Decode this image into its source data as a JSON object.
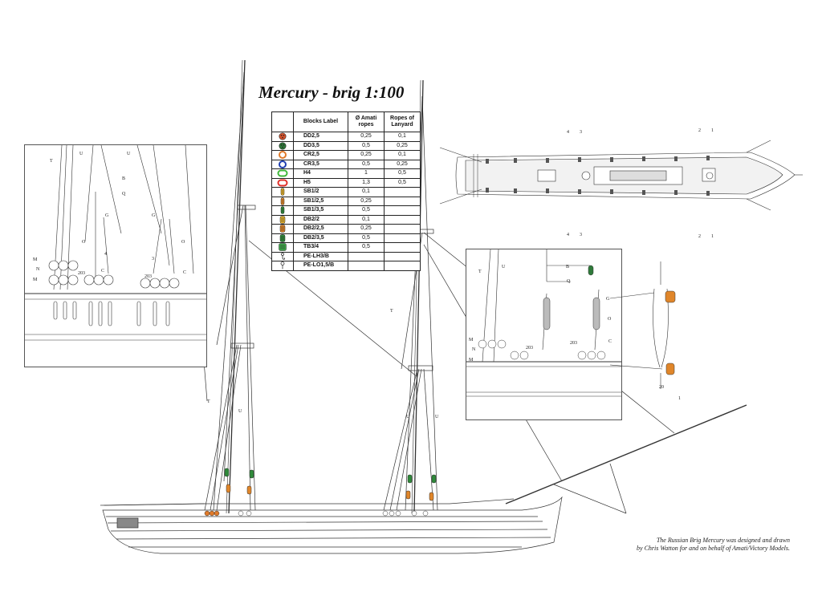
{
  "title": "Mercury - brig 1:100",
  "legend": {
    "headers": [
      "Blocks Label",
      "Ø Amati ropes",
      "Ropes of Lanyard"
    ],
    "rows": [
      {
        "icon": "dd-deadeye-red-icon",
        "color": "#d9532b",
        "label": "DD2,5",
        "rope": "0,25",
        "lanyard": "0,1"
      },
      {
        "icon": "dd-deadeye-green-icon",
        "color": "#2f7a3a",
        "label": "DD3,5",
        "rope": "0,5",
        "lanyard": "0,25"
      },
      {
        "icon": "cr-ring-orange-icon",
        "color": "#e07a2a",
        "label": "CR2,5",
        "rope": "0,25",
        "lanyard": "0,1"
      },
      {
        "icon": "cr-ring-blue-icon",
        "color": "#1f3fb0",
        "label": "CR3,5",
        "rope": "0,5",
        "lanyard": "0,25"
      },
      {
        "icon": "heart-green-icon",
        "color": "#3fb83a",
        "label": "H4",
        "rope": "1",
        "lanyard": "0,5"
      },
      {
        "icon": "heart-red-icon",
        "color": "#e0302a",
        "label": "H5",
        "rope": "1,3",
        "lanyard": "0,5"
      },
      {
        "icon": "single-block-yellow-icon",
        "color": "#e6b32e",
        "label": "SB1/2",
        "rope": "0,1",
        "lanyard": ""
      },
      {
        "icon": "single-block-orange-icon",
        "color": "#e0862a",
        "label": "SB1/2,5",
        "rope": "0,25",
        "lanyard": ""
      },
      {
        "icon": "single-block-green-icon",
        "color": "#2f8a3a",
        "label": "SB1/3,5",
        "rope": "0,5",
        "lanyard": ""
      },
      {
        "icon": "double-block-yellow-icon",
        "color": "#e6b32e",
        "label": "DB2/2",
        "rope": "0,1",
        "lanyard": ""
      },
      {
        "icon": "double-block-orange-icon",
        "color": "#e0862a",
        "label": "DB2/2,5",
        "rope": "0,25",
        "lanyard": ""
      },
      {
        "icon": "double-block-green-icon",
        "color": "#2f8a3a",
        "label": "DB2/3,5",
        "rope": "0,5",
        "lanyard": ""
      },
      {
        "icon": "triple-block-green-icon",
        "color": "#3fa84a",
        "label": "TB3/4",
        "rope": "0,5",
        "lanyard": ""
      },
      {
        "icon": "hook-icon",
        "color": "#333333",
        "label": "PE-LH3/B",
        "rope": "",
        "lanyard": ""
      },
      {
        "icon": "eyebolt-icon",
        "color": "#333333",
        "label": "PE-LO1,5/B",
        "rope": "",
        "lanyard": ""
      }
    ]
  },
  "left_inset": {
    "labels": [
      "T",
      "U",
      "U",
      "B",
      "Q",
      "G",
      "G",
      "O",
      "O",
      "4",
      "3",
      "C",
      "C",
      "203",
      "203",
      "M",
      "N",
      "M"
    ]
  },
  "right_inset": {
    "labels": [
      "T",
      "U",
      "B",
      "Q",
      "G",
      "O",
      "C",
      "M",
      "N",
      "M",
      "203",
      "203",
      "20",
      "1"
    ]
  },
  "deck_labels": [
    "4",
    "3",
    "2",
    "1",
    "4",
    "3",
    "2",
    "1"
  ],
  "main_labels": [
    "T",
    "T",
    "U",
    "U",
    "U"
  ],
  "credit": {
    "line1": "The Russian Brig Mercury was designed and drawn",
    "line2": "by Chris Watton for and on behalf of Amati/Victory Models."
  }
}
